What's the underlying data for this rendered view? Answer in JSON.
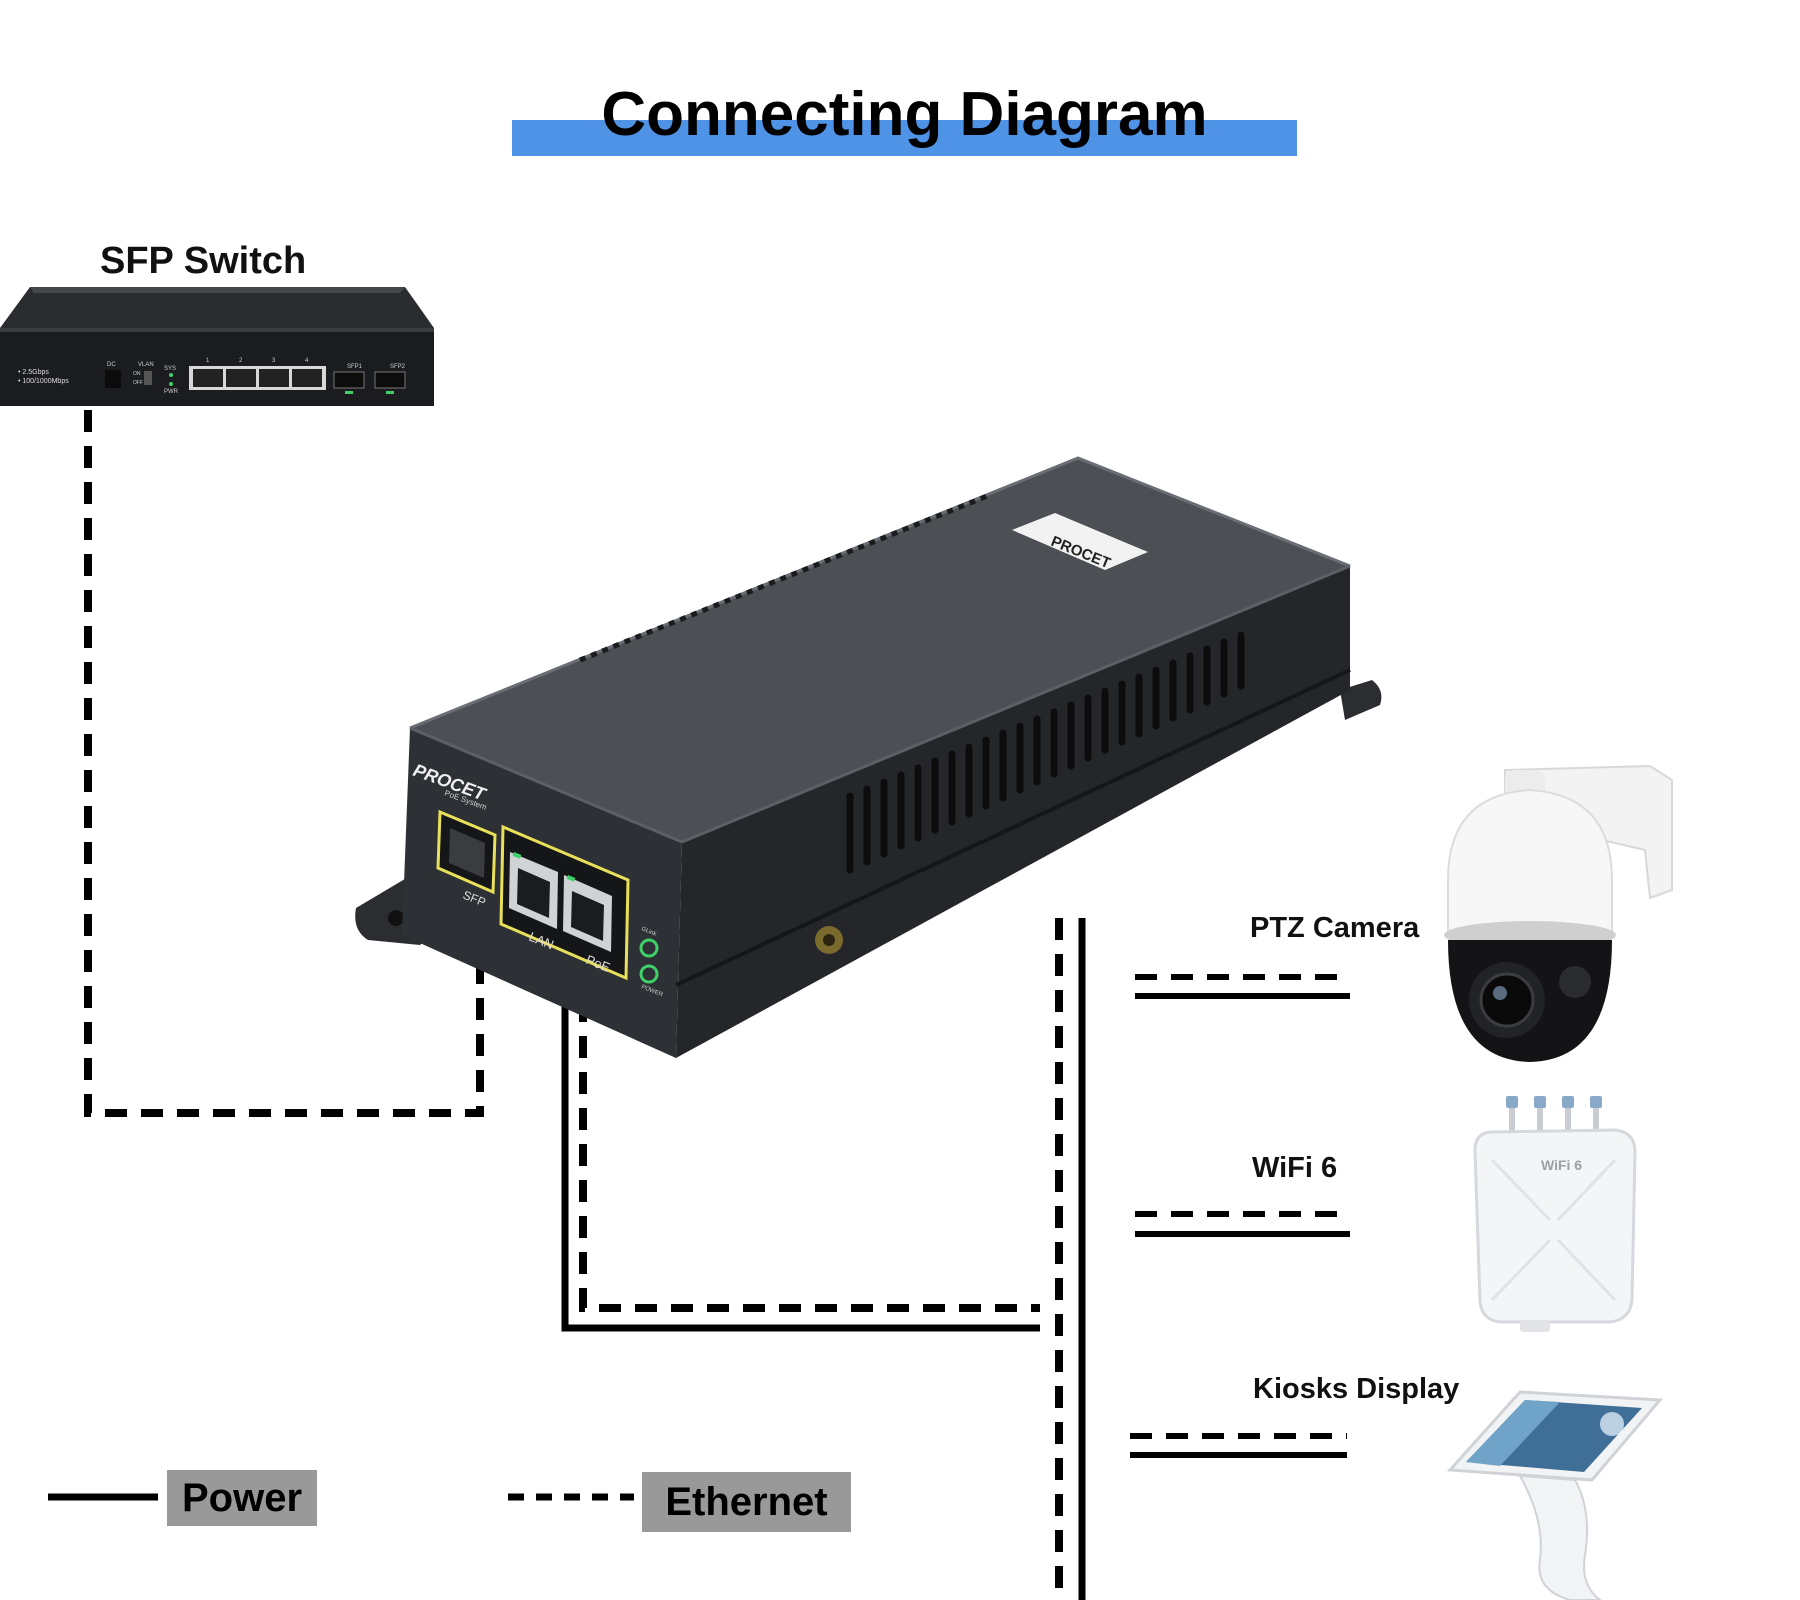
{
  "title": "Connecting Diagram",
  "colors": {
    "title_bar": "#4f93e6",
    "line": "#000000",
    "device_body": "#3a3d42",
    "legend_box": "#999999",
    "port_highlight": "#e8e05a",
    "led_green": "#3fd06a"
  },
  "devices": {
    "switch": {
      "label": "SFP Switch",
      "speed_text": "• 2.5Gbps",
      "speed_text2": "• 100/1000Mbps",
      "dc": "DC",
      "vlan": "VLAN",
      "on": "ON",
      "off": "OFF",
      "sys": "SYS",
      "pwr": "PWR",
      "port_numbers": [
        "1",
        "2",
        "3",
        "4"
      ],
      "sfp1": "SFP1",
      "sfp2": "SFP2"
    },
    "injector": {
      "brand": "PROCET",
      "subtitle": "PoE System",
      "sfp_port": "SFP",
      "lan_port": "LAN",
      "poe_port": "PoE",
      "link_led": "GLink",
      "power_led": "POWER"
    },
    "ptz_camera": {
      "label": "PTZ Camera"
    },
    "wifi6": {
      "label": "WiFi 6",
      "badge": "WiFi 6"
    },
    "kiosk": {
      "label": "Kiosks Display"
    }
  },
  "legend": {
    "power": "Power",
    "ethernet": "Ethernet"
  }
}
